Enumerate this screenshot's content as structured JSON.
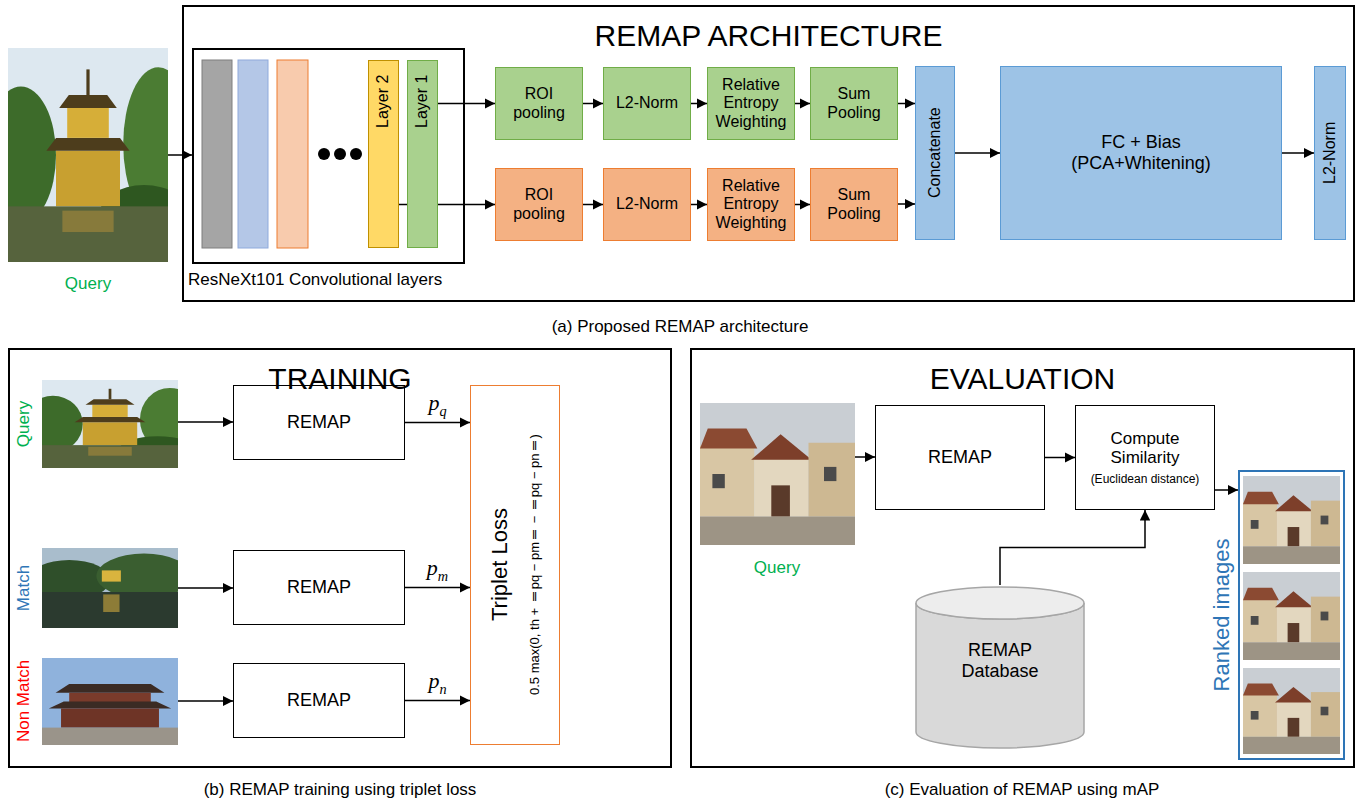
{
  "diagram": {
    "nodes": [
      {
        "text": [
          "REMAP ARCHITECTURE"
        ]
      },
      {
        "text": [
          "ResNeXt101 Convolutional layers"
        ],
        "in": 0
      },
      {
        "text": [
          "Layer 2"
        ],
        "in": 1
      },
      {
        "text": [
          "Layer 1"
        ],
        "in": 1
      },
      {
        "text": [
          "ROI pooling"
        ],
        "in": 0
      },
      {
        "text": [
          "L2-Norm"
        ],
        "in": 0
      },
      {
        "text": [
          "Relative Entropy Weighting"
        ],
        "in": 0
      },
      {
        "text": [
          "Sum Pooling"
        ],
        "in": 0
      },
      {
        "text": [
          "ROI pooling"
        ],
        "in": 0
      },
      {
        "text": [
          "L2-Norm"
        ],
        "in": 0
      },
      {
        "text": [
          "Relative Entropy Weighting"
        ],
        "in": 0
      },
      {
        "text": [
          "Sum Pooling"
        ],
        "in": 0
      },
      {
        "text": [
          "Concatenate"
        ],
        "in": 0
      },
      {
        "text": [
          "FC + Bias (PCA+Whitening)"
        ],
        "in": 0
      },
      {
        "text": [
          "L2-Norm"
        ],
        "in": 0
      },
      {
        "text": [
          "TRAINING"
        ]
      },
      {
        "text": [
          "REMAP"
        ],
        "in": 15
      },
      {
        "text": [
          "REMAP"
        ],
        "in": 15
      },
      {
        "text": [
          "REMAP"
        ],
        "in": 15
      },
      {
        "text": [
          "Triplet Loss",
          "0.5 max(0, th + ‖pq − pm‖ − ‖pq − pn‖)"
        ],
        "in": 15
      },
      {
        "text": [
          "EVALUATION"
        ]
      },
      {
        "text": [
          "REMAP"
        ],
        "in": 20
      },
      {
        "text": [
          "Compute Similarity",
          "(Euclidean distance)"
        ],
        "in": 20
      },
      {
        "text": [
          "REMAP Database"
        ],
        "in": 20
      },
      {
        "text": [
          "Ranked images"
        ],
        "in": 20
      }
    ],
    "edges": [
      {
        "from": 3,
        "to": 4,
        "arrow": "to"
      },
      {
        "from": 2,
        "to": 8,
        "arrow": "to"
      },
      {
        "from": 4,
        "to": 5,
        "arrow": "to"
      },
      {
        "from": 5,
        "to": 6,
        "arrow": "to"
      },
      {
        "from": 6,
        "to": 7,
        "arrow": "to"
      },
      {
        "from": 8,
        "to": 9,
        "arrow": "to"
      },
      {
        "from": 9,
        "to": 10,
        "arrow": "to"
      },
      {
        "from": 10,
        "to": 11,
        "arrow": "to"
      },
      {
        "from": 7,
        "to": 12,
        "arrow": "to"
      },
      {
        "from": 11,
        "to": 12,
        "arrow": "to"
      },
      {
        "from": 12,
        "to": 13,
        "arrow": "to"
      },
      {
        "from": 13,
        "to": 14,
        "arrow": "to"
      },
      {
        "from": 16,
        "to": 19,
        "label": "pq",
        "arrow": "to"
      },
      {
        "from": 17,
        "to": 19,
        "label": "pm",
        "arrow": "to"
      },
      {
        "from": 18,
        "to": 19,
        "label": "pn",
        "arrow": "to"
      },
      {
        "from": 21,
        "to": 22,
        "arrow": "to"
      },
      {
        "from": 23,
        "to": 22,
        "arrow": "to"
      },
      {
        "from": 22,
        "to": 24,
        "arrow": "to"
      }
    ],
    "labels": [
      "Query",
      "(a) Proposed REMAP architecture",
      "Query",
      "Match",
      "Non Match",
      "(b) REMAP training using triplet loss",
      "Query",
      "(c) Evaluation of REMAP using mAP"
    ]
  }
}
